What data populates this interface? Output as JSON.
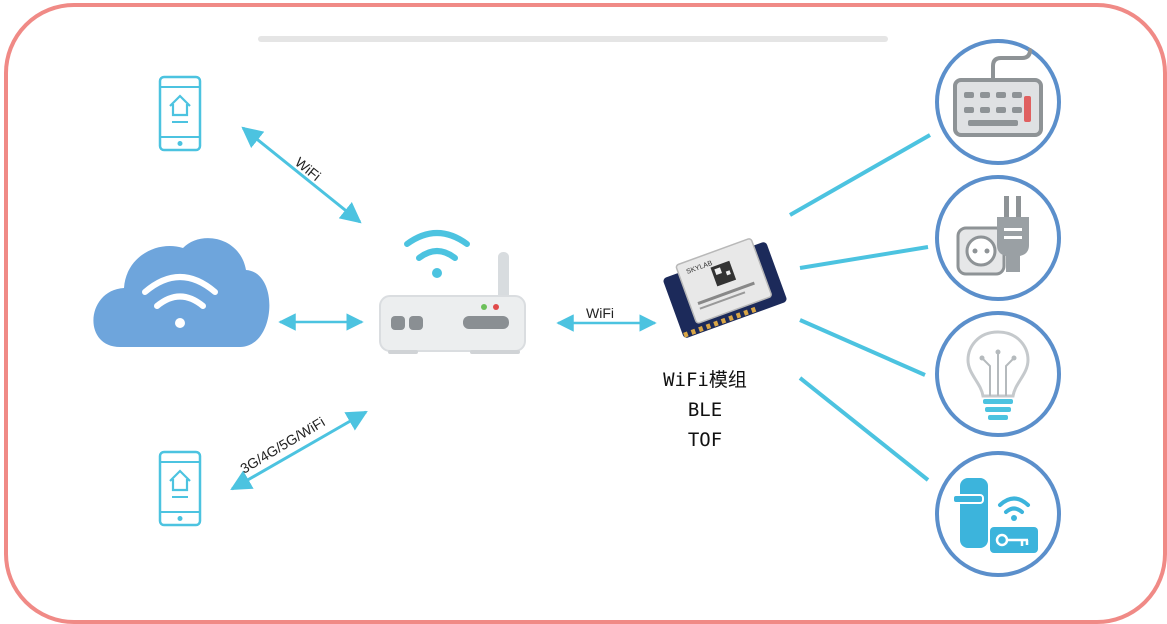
{
  "links": {
    "phone_top_label": "WiFi",
    "module_link_label": "WiFi",
    "phone_bottom_label": "3G/4G/5G/WiFi"
  },
  "module": {
    "lines": [
      "WiFi模组",
      "BLE",
      "TOF"
    ],
    "chip_brand": "SKYLAB"
  },
  "icons": {
    "phone_top": "smartphone-home-icon",
    "cloud": "wifi-cloud-icon",
    "phone_bottom": "smartphone-home-icon",
    "router": "wifi-router-icon",
    "module": "wifi-module-chip-icon",
    "device_1": "keyboard-icon",
    "device_2": "power-plug-socket-icon",
    "device_3": "light-bulb-icon",
    "device_4": "smart-lock-icon"
  },
  "colors": {
    "frame": "#f08a86",
    "link": "#4cc3e0",
    "device_ring": "#5b8fcb",
    "cloud": "#6ea5dc"
  }
}
